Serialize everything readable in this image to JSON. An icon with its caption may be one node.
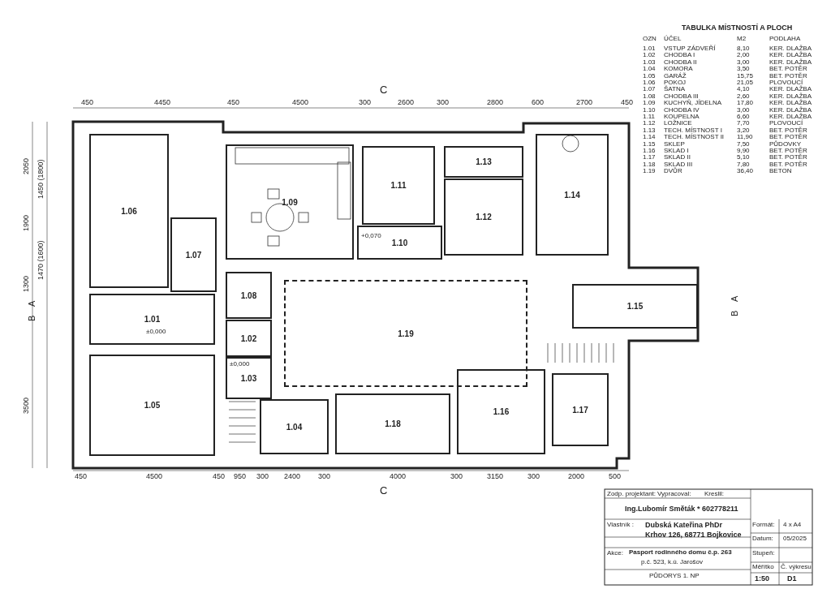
{
  "diagram": {
    "nodes": [
      {
        "text": [
          "1.06"
        ]
      },
      {
        "text": [
          "1.07"
        ]
      },
      {
        "text": [
          "1.09"
        ]
      },
      {
        "text": [
          "1.11"
        ]
      },
      {
        "text": [
          "1.10"
        ]
      },
      {
        "text": [
          "1.13"
        ]
      },
      {
        "text": [
          "1.12"
        ]
      },
      {
        "text": [
          "1.14"
        ]
      },
      {
        "text": [
          "1.08"
        ]
      },
      {
        "text": [
          "1.01"
        ]
      },
      {
        "text": [
          "1.02"
        ]
      },
      {
        "text": [
          "1.19"
        ]
      },
      {
        "text": [
          "1.15"
        ]
      },
      {
        "text": [
          "1.03"
        ]
      },
      {
        "text": [
          "1.05"
        ]
      },
      {
        "text": [
          "1.04"
        ]
      },
      {
        "text": [
          "1.18"
        ]
      },
      {
        "text": [
          "1.16"
        ]
      },
      {
        "text": [
          "1.17"
        ]
      }
    ],
    "edges": [],
    "labels": [
      "450",
      "4450",
      "450",
      "4500",
      "300",
      "2600",
      "300",
      "2800",
      "600",
      "2700",
      "450",
      "450",
      "4500",
      "450",
      "950",
      "300",
      "2400",
      "300",
      "4000",
      "300",
      "3150",
      "300",
      "2000",
      "500",
      "2050",
      "1450 (1800)",
      "1900",
      "1470 (1600)",
      "1300",
      "3500",
      "C",
      "C",
      "A",
      "B",
      "A",
      "B",
      "±0,000",
      "±0,000",
      "+0,070",
      "TABULKA MÍSTNOSTÍ A PLOCH",
      "OZN",
      "ÚČEL",
      "M2",
      "PODLAHA",
      "1.01",
      "VSTUP ZÁDVEŘÍ",
      "8,10",
      "KER. DLAŽBA",
      "1.02",
      "CHODBA I",
      "2,00",
      "KER. DLAŽBA",
      "1.03",
      "CHODBA II",
      "3,00",
      "KER. DLAŽBA",
      "1.04",
      "KOMORA",
      "3,50",
      "BET. POTĚR",
      "1.05",
      "GARÁŽ",
      "15,75",
      "BET. POTĚR",
      "1.06",
      "POKOJ",
      "21,05",
      "PLOVOUCÍ",
      "1.07",
      "ŠATNA",
      "4,10",
      "KER. DLAŽBA",
      "1.08",
      "CHODBA III",
      "2,60",
      "KER. DLAŽBA",
      "1.09",
      "KUCHYŇ, JÍDELNA",
      "17,80",
      "KER. DLAŽBA",
      "1.10",
      "CHODBA IV",
      "3,00",
      "KER. DLAŽBA",
      "1.11",
      "KOUPELNA",
      "6,60",
      "KER. DLAŽBA",
      "1.12",
      "LOŽNICE",
      "7,70",
      "PLOVOUCÍ",
      "1.13",
      "TECH. MÍSTNOST I",
      "3,20",
      "BET. POTĚR",
      "1.14",
      "TECH. MÍSTNOST II",
      "11,90",
      "BET. POTĚR",
      "1.15",
      "SKLEP",
      "7,50",
      "PŮDOVKY",
      "1.16",
      "SKLAD I",
      "9,90",
      "BET. POTĚR",
      "1.17",
      "SKLAD II",
      "5,10",
      "BET. POTĚR",
      "1.18",
      "SKLAD III",
      "7,80",
      "BET. POTĚR",
      "1.19",
      "DVŮR",
      "36,40",
      "BETON",
      "Zodp. projektant:",
      "Vypracoval:",
      "Kreslil:",
      "Ing.Lubomír Směták * 602778211",
      "Vlastník :",
      "Dubská Kateřina PhDr",
      "Krhov 126, 68771 Bojkovice",
      "Formát:",
      "4 x A4",
      "Datum:",
      "05/2025",
      "Akce:",
      "Pasport rodinného domu č.p. 263",
      "Stupeň:",
      "p.č. 523, k.ú. Jarošov",
      "PŮDORYS 1. NP",
      "Měřítko",
      "Č. výkresu",
      "1:50",
      "D1"
    ]
  }
}
